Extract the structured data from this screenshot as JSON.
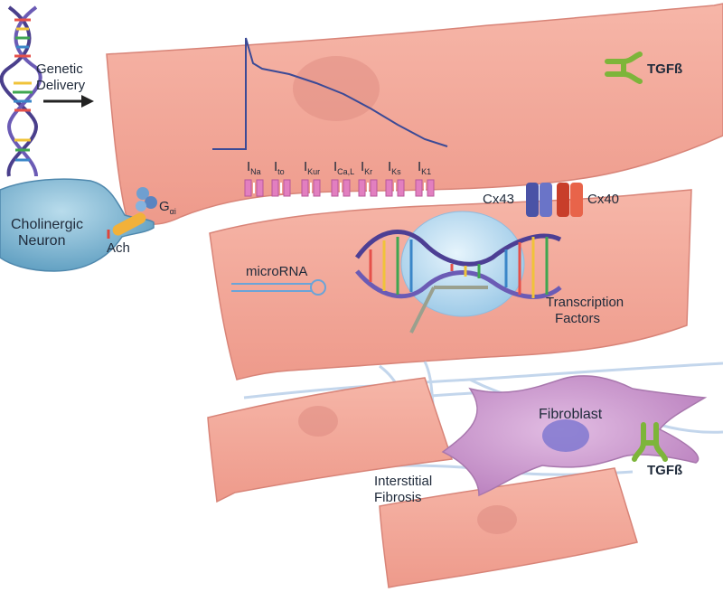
{
  "labels": {
    "genetic_delivery": [
      "Genetic",
      "Delivery"
    ],
    "cholinergic_neuron": [
      "Cholinergic",
      "Neuron"
    ],
    "ach": "Ach",
    "g_protein": {
      "main": "G",
      "sub": "αi"
    },
    "tgf_top": "TGFß",
    "tgf_bottom": "TGFß",
    "cx43": "Cx43",
    "cx40": "Cx40",
    "microrna": "microRNA",
    "transcription_factors": [
      "Transcription",
      "Factors"
    ],
    "fibroblast": "Fibroblast",
    "interstitial_fibrosis": [
      "Interstitial",
      "Fibrosis"
    ]
  },
  "ion_channels": [
    {
      "main": "I",
      "sub": "Na"
    },
    {
      "main": "I",
      "sub": "to"
    },
    {
      "main": "I",
      "sub": "Kur"
    },
    {
      "main": "I",
      "sub": "Ca,L"
    },
    {
      "main": "I",
      "sub": "Kr"
    },
    {
      "main": "I",
      "sub": "Ks"
    },
    {
      "main": "I",
      "sub": "K1"
    }
  ],
  "colors": {
    "cardiomyocyte": "#f4a99a",
    "cardiomyocyte_edge": "#d07a70",
    "nucleus": "#cfe6f5",
    "neuron": "#7fb8d4",
    "fibroblast": "#cd9bd0",
    "channel": "#e27fc0",
    "cx43": "#5a63b8",
    "cx40": "#e0503a",
    "tgf_receptor": "#8ac43f",
    "fibrosis": "#c7d8ec"
  }
}
